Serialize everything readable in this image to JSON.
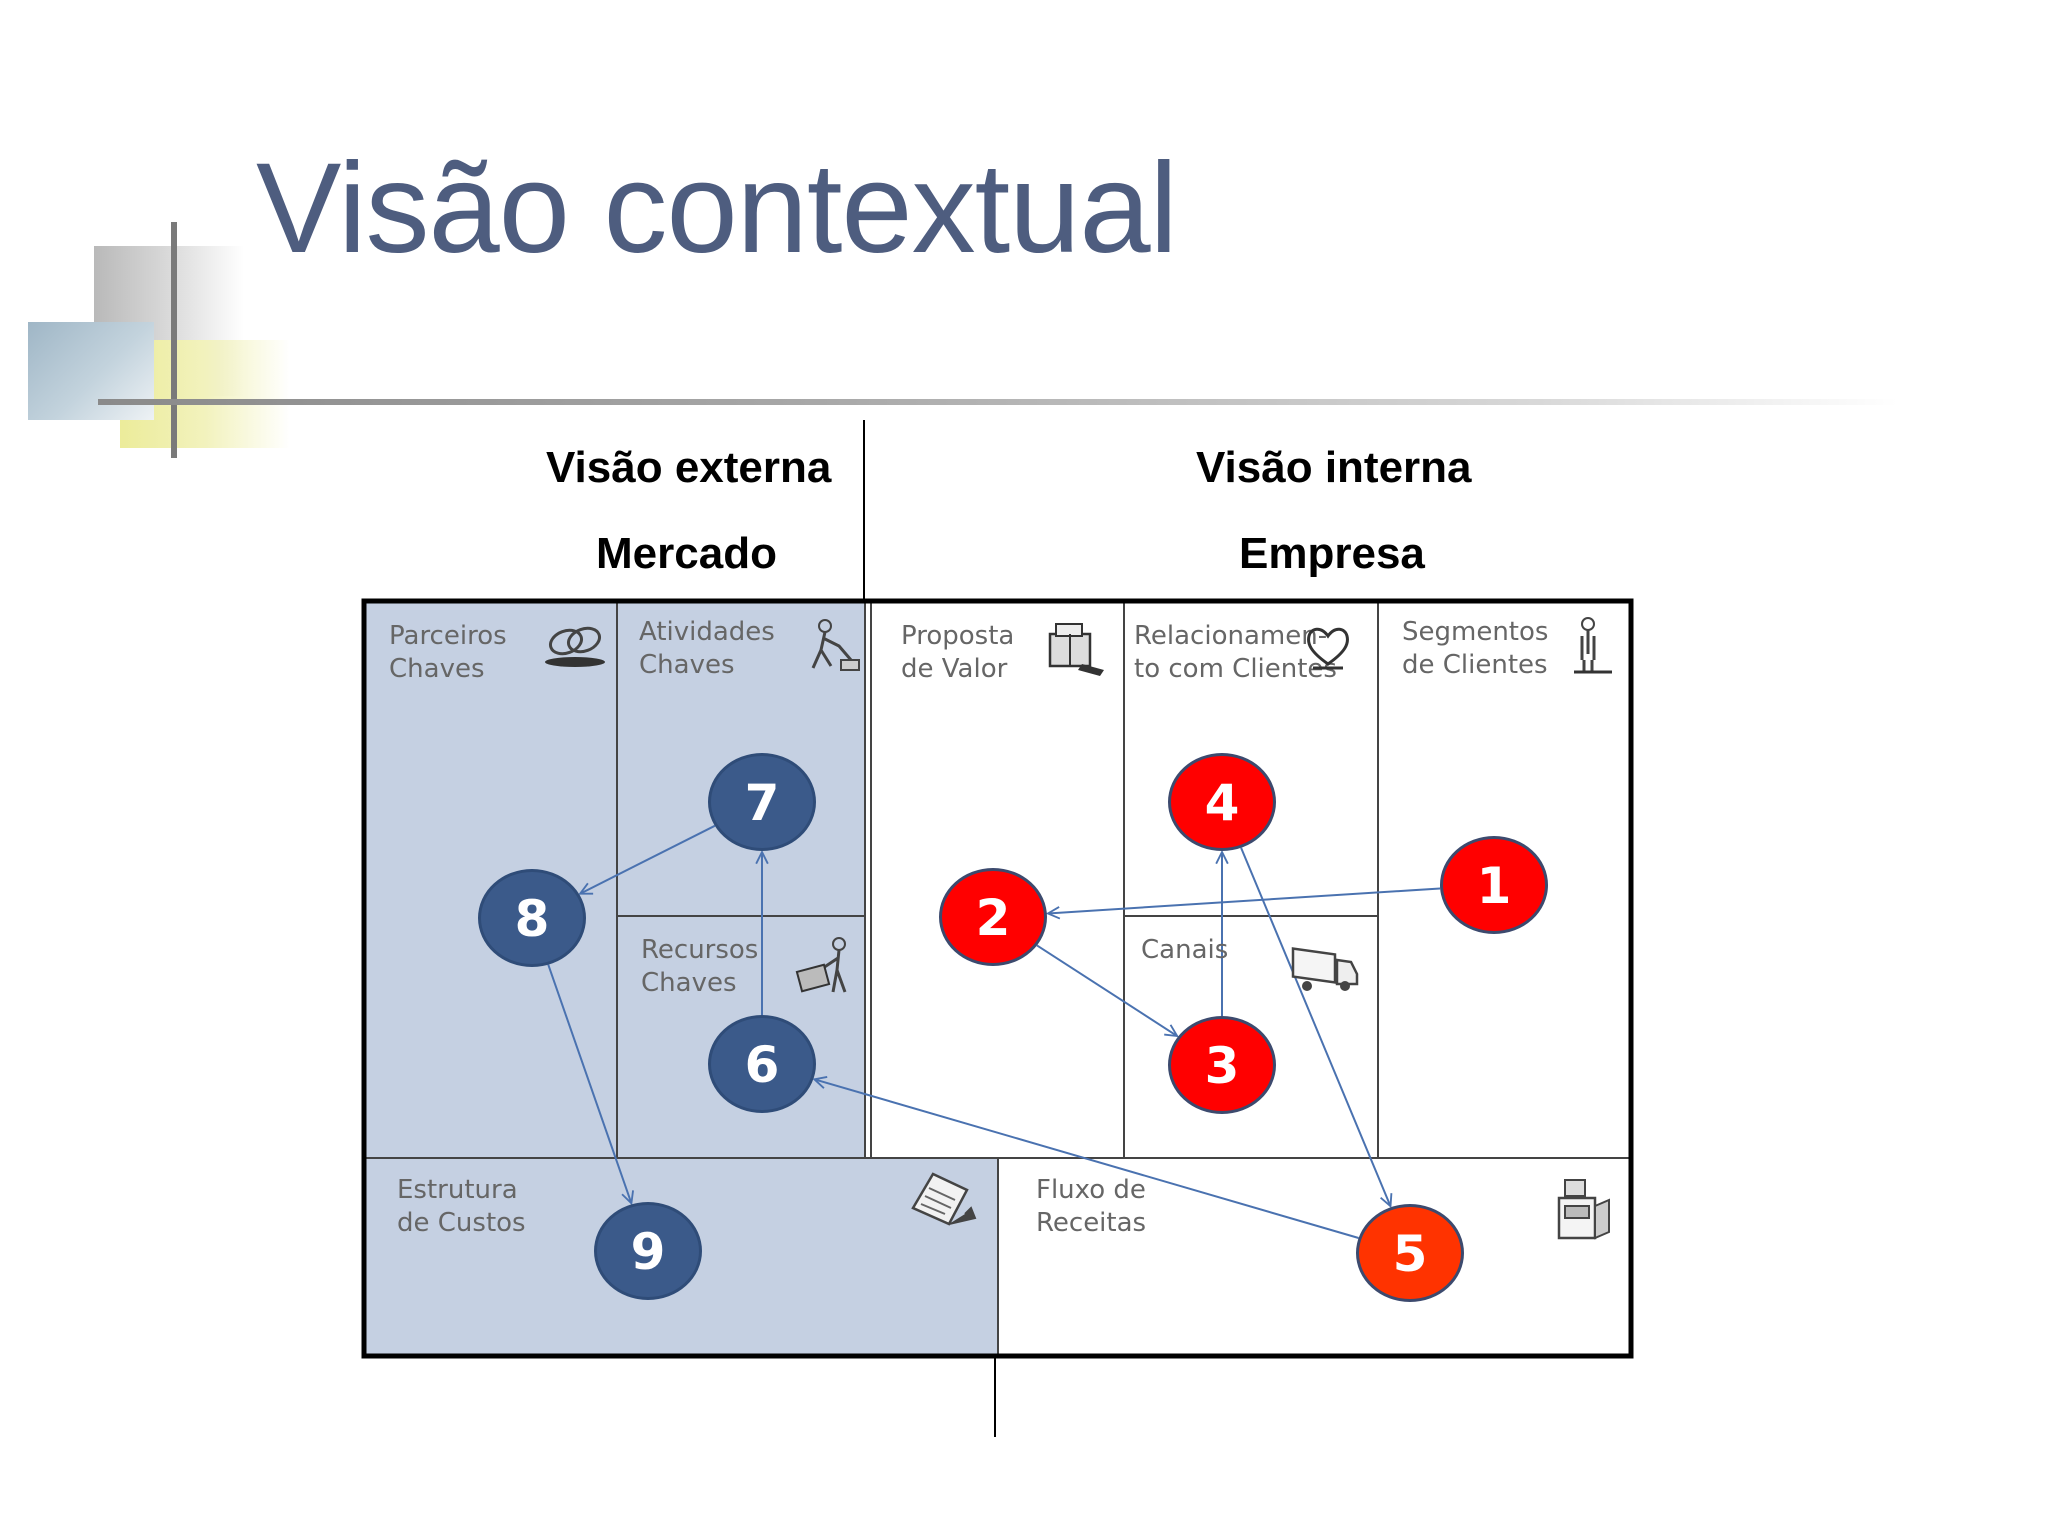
{
  "slide": {
    "title": "Visão contextual",
    "headings": {
      "external": "Visão externa",
      "internal": "Visão interna",
      "market": "Mercado",
      "company": "Empresa"
    }
  },
  "canvas": {
    "cells": [
      {
        "key": "partners",
        "label": "Parceiros\nChaves",
        "icon": "chain-links-icon",
        "side": "external"
      },
      {
        "key": "activities",
        "label": "Atividades\nChaves",
        "icon": "worker-icon",
        "side": "external"
      },
      {
        "key": "resources",
        "label": "Recursos\nChaves",
        "icon": "worker-with-box-icon",
        "side": "external"
      },
      {
        "key": "value",
        "label": "Proposta\nde Valor",
        "icon": "gift-icon",
        "side": "internal"
      },
      {
        "key": "relationship",
        "label": "Relacionamen-\nto com Clientes",
        "icon": "heart-icon",
        "side": "internal"
      },
      {
        "key": "channels",
        "label": "Canais",
        "icon": "truck-icon",
        "side": "internal"
      },
      {
        "key": "segments",
        "label": "Segmentos\nde Clientes",
        "icon": "person-icon",
        "side": "internal"
      },
      {
        "key": "costs",
        "label": "Estrutura\nde Custos",
        "icon": "receipt-icon",
        "side": "external"
      },
      {
        "key": "revenue",
        "label": "Fluxo de\nReceitas",
        "icon": "cash-register-icon",
        "side": "internal"
      }
    ],
    "nodes": [
      {
        "num": "1",
        "cell": "segments",
        "color": "#ff0000"
      },
      {
        "num": "2",
        "cell": "value",
        "color": "#ff0000"
      },
      {
        "num": "3",
        "cell": "channels",
        "color": "#ff0000"
      },
      {
        "num": "4",
        "cell": "relationship",
        "color": "#ff0000"
      },
      {
        "num": "5",
        "cell": "revenue",
        "color": "#ff3300"
      },
      {
        "num": "6",
        "cell": "resources",
        "color": "#3b5a8a"
      },
      {
        "num": "7",
        "cell": "activities",
        "color": "#3b5a8a"
      },
      {
        "num": "8",
        "cell": "partners",
        "color": "#3b5a8a"
      },
      {
        "num": "9",
        "cell": "costs",
        "color": "#3b5a8a"
      }
    ],
    "edges": [
      {
        "from": "1",
        "to": "2"
      },
      {
        "from": "2",
        "to": "3"
      },
      {
        "from": "3",
        "to": "4"
      },
      {
        "from": "4",
        "to": "5"
      },
      {
        "from": "5",
        "to": "6"
      },
      {
        "from": "6",
        "to": "7"
      },
      {
        "from": "7",
        "to": "8"
      },
      {
        "from": "8",
        "to": "9"
      }
    ],
    "colors": {
      "external_fill": "#c5d0e2",
      "internal_fill": "#ffffff",
      "blue_node": "#3b5a8a",
      "red_node": "#ff0000",
      "edge": "#4a72b0",
      "title": "#4e5d7f"
    }
  }
}
